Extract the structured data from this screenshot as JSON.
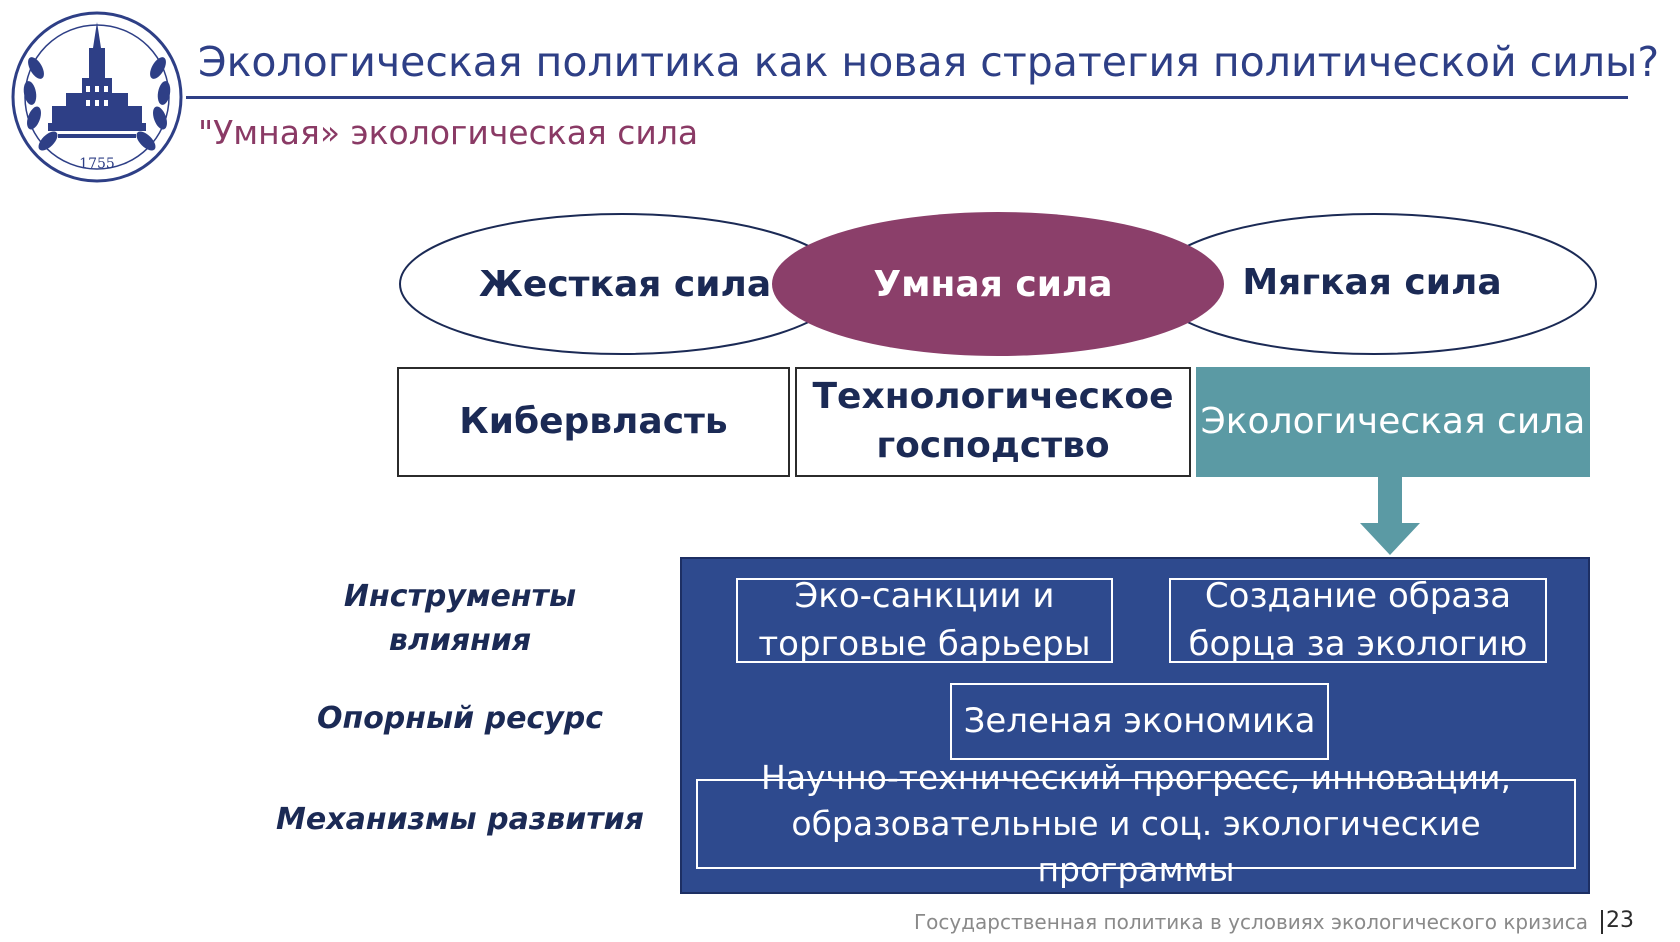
{
  "slide": {
    "title": "Экологическая политика как новая стратегия политической силы?",
    "subtitle": "\"Умная» экологическая сила",
    "logo_year": "1755"
  },
  "ovals": {
    "hard": "Жесткая сила",
    "smart": "Умная сила",
    "soft": "Мягкая сила"
  },
  "boxes": {
    "cyber": "Кибервласть",
    "tech_line1": "Технологическое",
    "tech_line2": "господство",
    "eco": "Экологическая сила"
  },
  "panel": {
    "sanctions_line1": "Эко-санкции и",
    "sanctions_line2": "торговые барьеры",
    "image_line1": "Создание образа",
    "image_line2": "борца за экологию",
    "green": "Зеленая экономика",
    "science_line1": "Научно-технический прогресс, инновации,",
    "science_line2": "образовательные и соц. экологические программы"
  },
  "side_labels": {
    "instruments_line1": "Инструменты",
    "instruments_line2": "влияния",
    "resource": "Опорный ресурс",
    "mechanisms": "Механизмы развития"
  },
  "footer": {
    "text": "Государственная политика в условиях экологического кризиса",
    "page": "23"
  },
  "colors": {
    "title_blue": "#2e3f86",
    "subtitle_plum": "#8a3a65",
    "smart_oval": "#8b3f6a",
    "eco_teal": "#5b9aa4",
    "panel_blue": "#2e4a8e"
  }
}
